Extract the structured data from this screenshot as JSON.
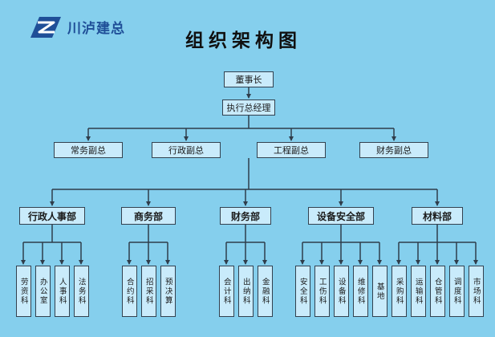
{
  "company": {
    "name": "川泸建总"
  },
  "title": "组织架构图",
  "colors": {
    "background": "#85cfed",
    "box_fill": "#c9ebfb",
    "line": "#2f3d4b",
    "logo": "#1f4f98"
  },
  "org": {
    "root": "董事长",
    "level2": "执行总经理",
    "deputies": [
      "常务副总",
      "行政副总",
      "工程副总",
      "财务副总"
    ],
    "departments": [
      {
        "name": "行政人事部",
        "units": [
          "劳资科",
          "办公室",
          "人事科",
          "法务科"
        ]
      },
      {
        "name": "商务部",
        "units": [
          "合约科",
          "招采科",
          "预决算"
        ]
      },
      {
        "name": "财务部",
        "units": [
          "会计科",
          "出纳科",
          "金融科"
        ]
      },
      {
        "name": "设备安全部",
        "units": [
          "安全科",
          "工伤科",
          "设备科",
          "维修科",
          "基地"
        ]
      },
      {
        "name": "材料部",
        "units": [
          "采购科",
          "运输科",
          "仓管科",
          "调度科",
          "市场科"
        ]
      }
    ]
  }
}
